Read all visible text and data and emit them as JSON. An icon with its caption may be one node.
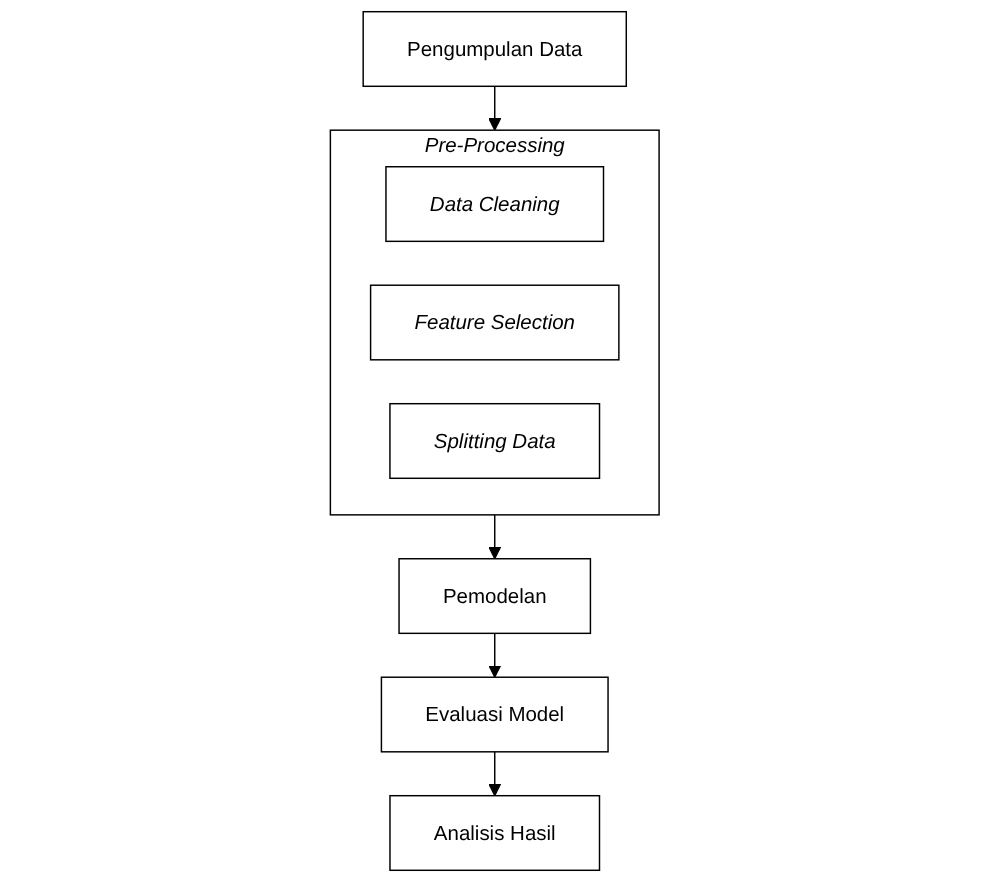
{
  "diagram": {
    "nodes": [
      {
        "text": [
          "Pengumpulan Data"
        ]
      },
      {
        "text": [
          "Pre-Processing"
        ]
      },
      {
        "text": [
          "Data Cleaning"
        ],
        "in": 1
      },
      {
        "text": [
          "Feature Selection"
        ],
        "in": 1
      },
      {
        "text": [
          "Splitting Data"
        ],
        "in": 1
      },
      {
        "text": [
          "Pemodelan"
        ]
      },
      {
        "text": [
          "Evaluasi Model"
        ]
      },
      {
        "text": [
          "Analisis Hasil"
        ]
      }
    ],
    "edges": [
      {
        "from": 0,
        "to": 1,
        "arrow": "to"
      },
      {
        "from": 1,
        "to": 5,
        "arrow": "to"
      },
      {
        "from": 5,
        "to": 6,
        "arrow": "to"
      },
      {
        "from": 6,
        "to": 7,
        "arrow": "to"
      }
    ]
  }
}
